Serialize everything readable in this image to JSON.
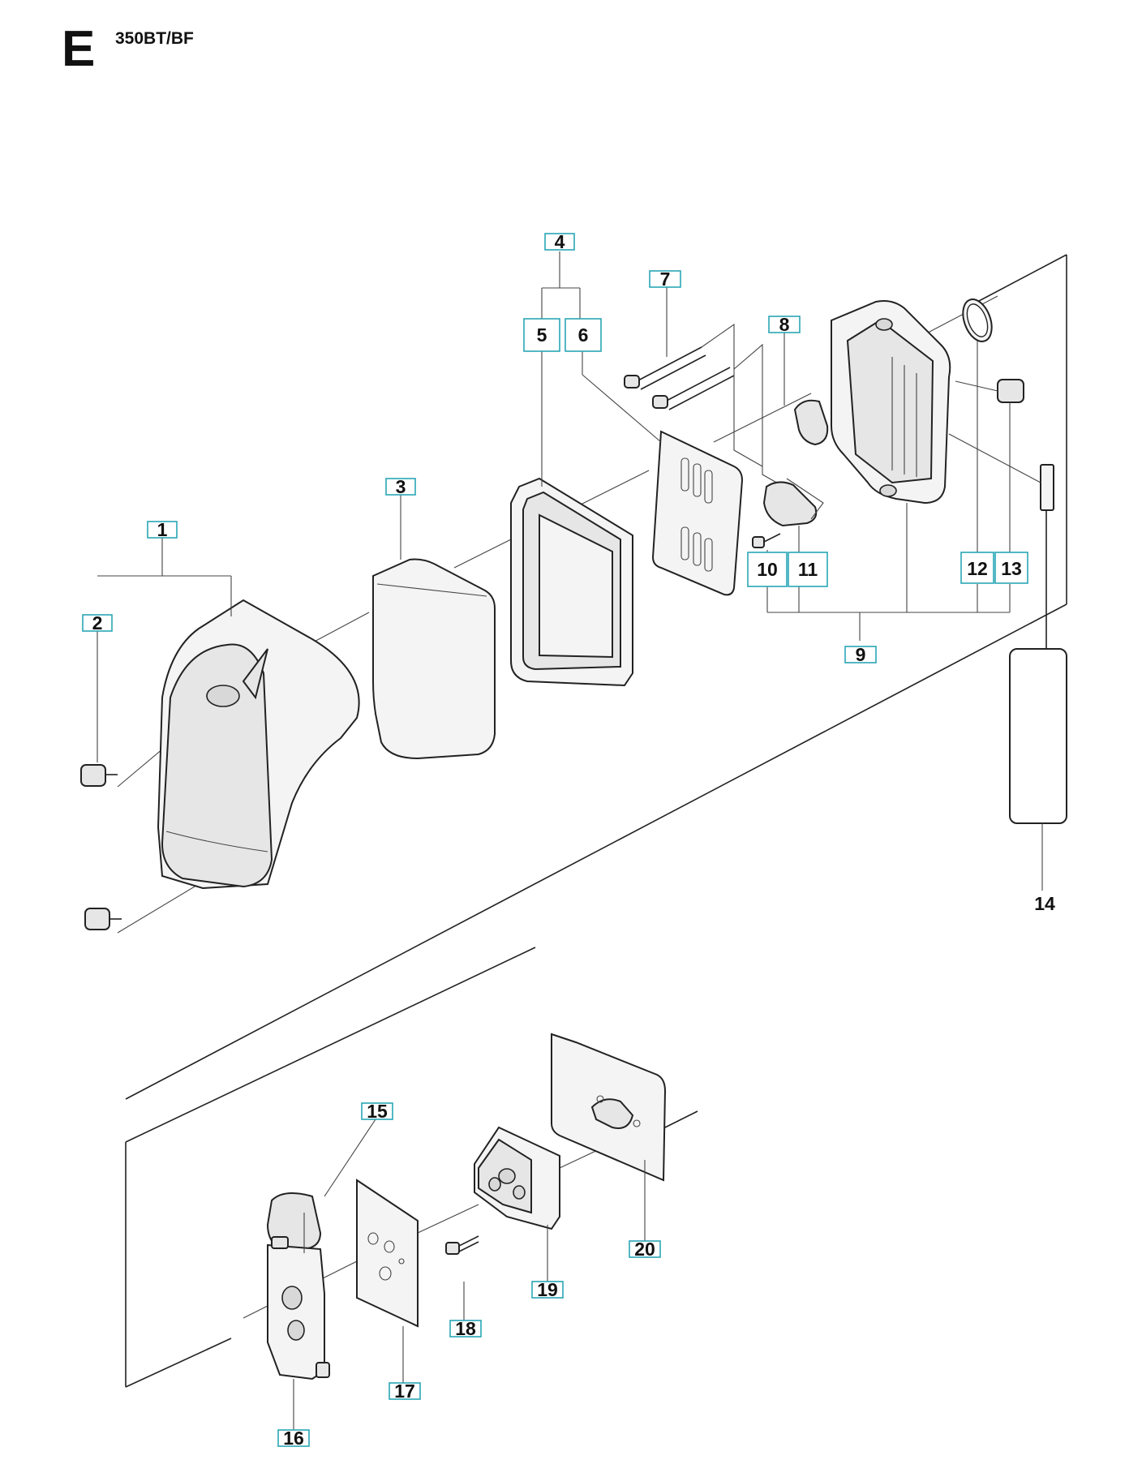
{
  "header": {
    "section_letter": "E",
    "model": "350BT/BF"
  },
  "callouts": {
    "c1": "1",
    "c2": "2",
    "c3": "3",
    "c4": "4",
    "c5": "5",
    "c6": "6",
    "c7": "7",
    "c8": "8",
    "c9": "9",
    "c10": "10",
    "c11": "11",
    "c12": "12",
    "c13": "13",
    "c14": "14",
    "c15": "15",
    "c16": "16",
    "c17": "17",
    "c18": "18",
    "c19": "19",
    "c20": "20"
  }
}
